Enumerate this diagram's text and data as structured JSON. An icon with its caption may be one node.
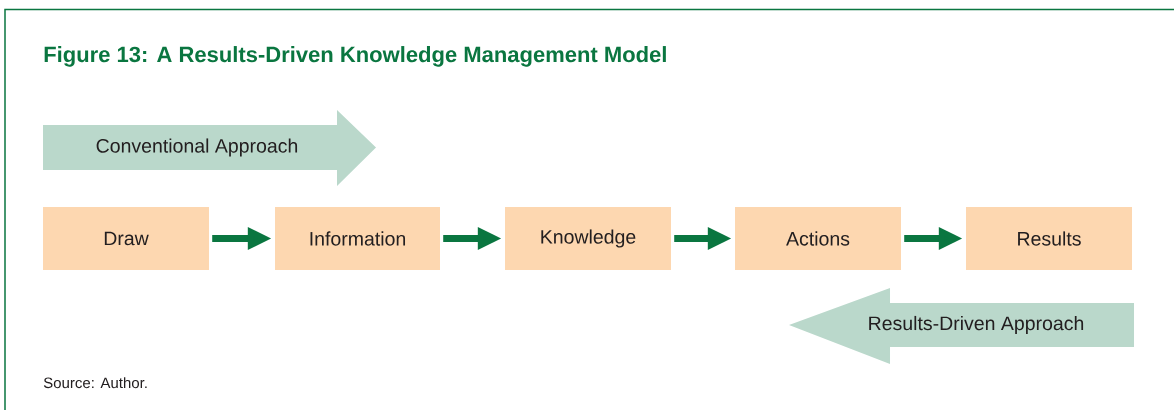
{
  "diagram": {
    "title": "Figure 13:  A Results-Driven Knowledge Management Model",
    "nodes": [
      {
        "text": [
          "Conventional Approach"
        ]
      },
      {
        "text": [
          "Draw"
        ]
      },
      {
        "text": [
          "Information"
        ]
      },
      {
        "text": [
          "Knowledge"
        ]
      },
      {
        "text": [
          "Actions"
        ]
      },
      {
        "text": [
          "Results"
        ]
      },
      {
        "text": [
          "Results-Driven Approach"
        ]
      }
    ],
    "edges": [
      {
        "from": 1,
        "to": 2,
        "arrow": "to"
      },
      {
        "from": 2,
        "to": 3,
        "arrow": "to"
      },
      {
        "from": 3,
        "to": 4,
        "arrow": "to"
      },
      {
        "from": 4,
        "to": 5,
        "arrow": "to"
      }
    ],
    "labels": [
      "Source: Author."
    ]
  }
}
